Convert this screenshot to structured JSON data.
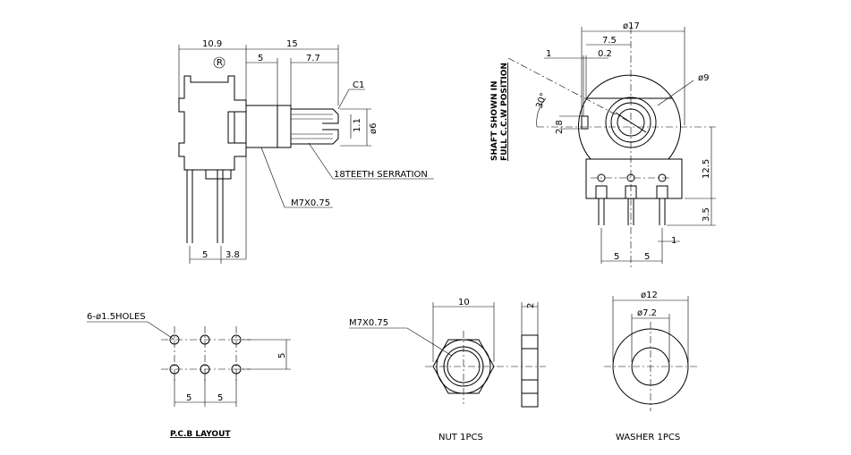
{
  "side_view": {
    "dim_body_length": "10.9",
    "dim_shaft_length": "15",
    "dim_thread_length": "5",
    "dim_serration_length": "7.7",
    "chamfer": "C1",
    "dim_slot": "1.1",
    "dim_shaft_dia": "ø6",
    "serration_note": "18TEETH SERRATION",
    "thread_note": "M7X0.75",
    "dim_pin_pitch": "5",
    "dim_pin_offset": "3.8",
    "registered_mark": "R"
  },
  "front_view": {
    "dim_outer_dia": "ø17",
    "dim_half": "7.5",
    "dim_tab": "1",
    "dim_tab_gap": "0.2",
    "dim_bushing_dia": "ø9",
    "angle": "30°",
    "dim_tab_height": "2.8",
    "dim_center_to_base": "12.5",
    "dim_pin_length": "3.5",
    "dim_pin_width": "1",
    "dim_pitch_left": "5",
    "dim_pitch_right": "5",
    "shaft_note_line1": "SHAFT SHOWN IN",
    "shaft_note_line2": "FULL C.C.W POSITION"
  },
  "pcb_layout": {
    "holes_note": "6-ø1.5HOLES",
    "dim_row_pitch": "5",
    "dim_col_pitch_1": "5",
    "dim_col_pitch_2": "5",
    "title": "P.C.B LAYOUT"
  },
  "nut": {
    "thread_note": "M7X0.75",
    "dim_width": "10",
    "dim_thickness": "2",
    "title": "NUT 1PCS"
  },
  "washer": {
    "dim_outer": "ø12",
    "dim_inner": "ø7.2",
    "title": "WASHER 1PCS"
  }
}
